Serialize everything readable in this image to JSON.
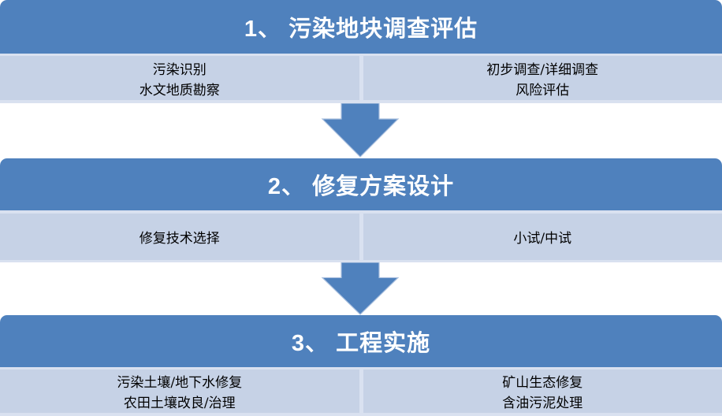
{
  "diagram": {
    "type": "vertical-process-flowchart",
    "stages": [
      {
        "title": "1、 污染地块调查评估",
        "left_items": [
          "污染识别",
          "水文地质勘察"
        ],
        "right_items": [
          "初步调查/详细调查",
          "风险评估"
        ]
      },
      {
        "title": "2、 修复方案设计",
        "left_items": [
          "修复技术选择"
        ],
        "right_items": [
          "小试/中试"
        ]
      },
      {
        "title": "3、 工程实施",
        "left_items": [
          "污染土壤/地下水修复",
          "农田土壤改良/治理"
        ],
        "right_items": [
          "矿山生态修复",
          "含油污泥处理"
        ]
      }
    ],
    "connectors": [
      "down-arrow",
      "down-arrow"
    ],
    "colors": {
      "header_fill": "#4F81BD",
      "header_text": "#FFFFFF",
      "cell_fill": "#C6D2E6",
      "cell_text": "#000000",
      "edge_strip": "#D9E1F0",
      "arrow_fill": "#4F81BD",
      "arrow_outline": "#A9BFDE",
      "background": "#FFFFFF"
    }
  }
}
